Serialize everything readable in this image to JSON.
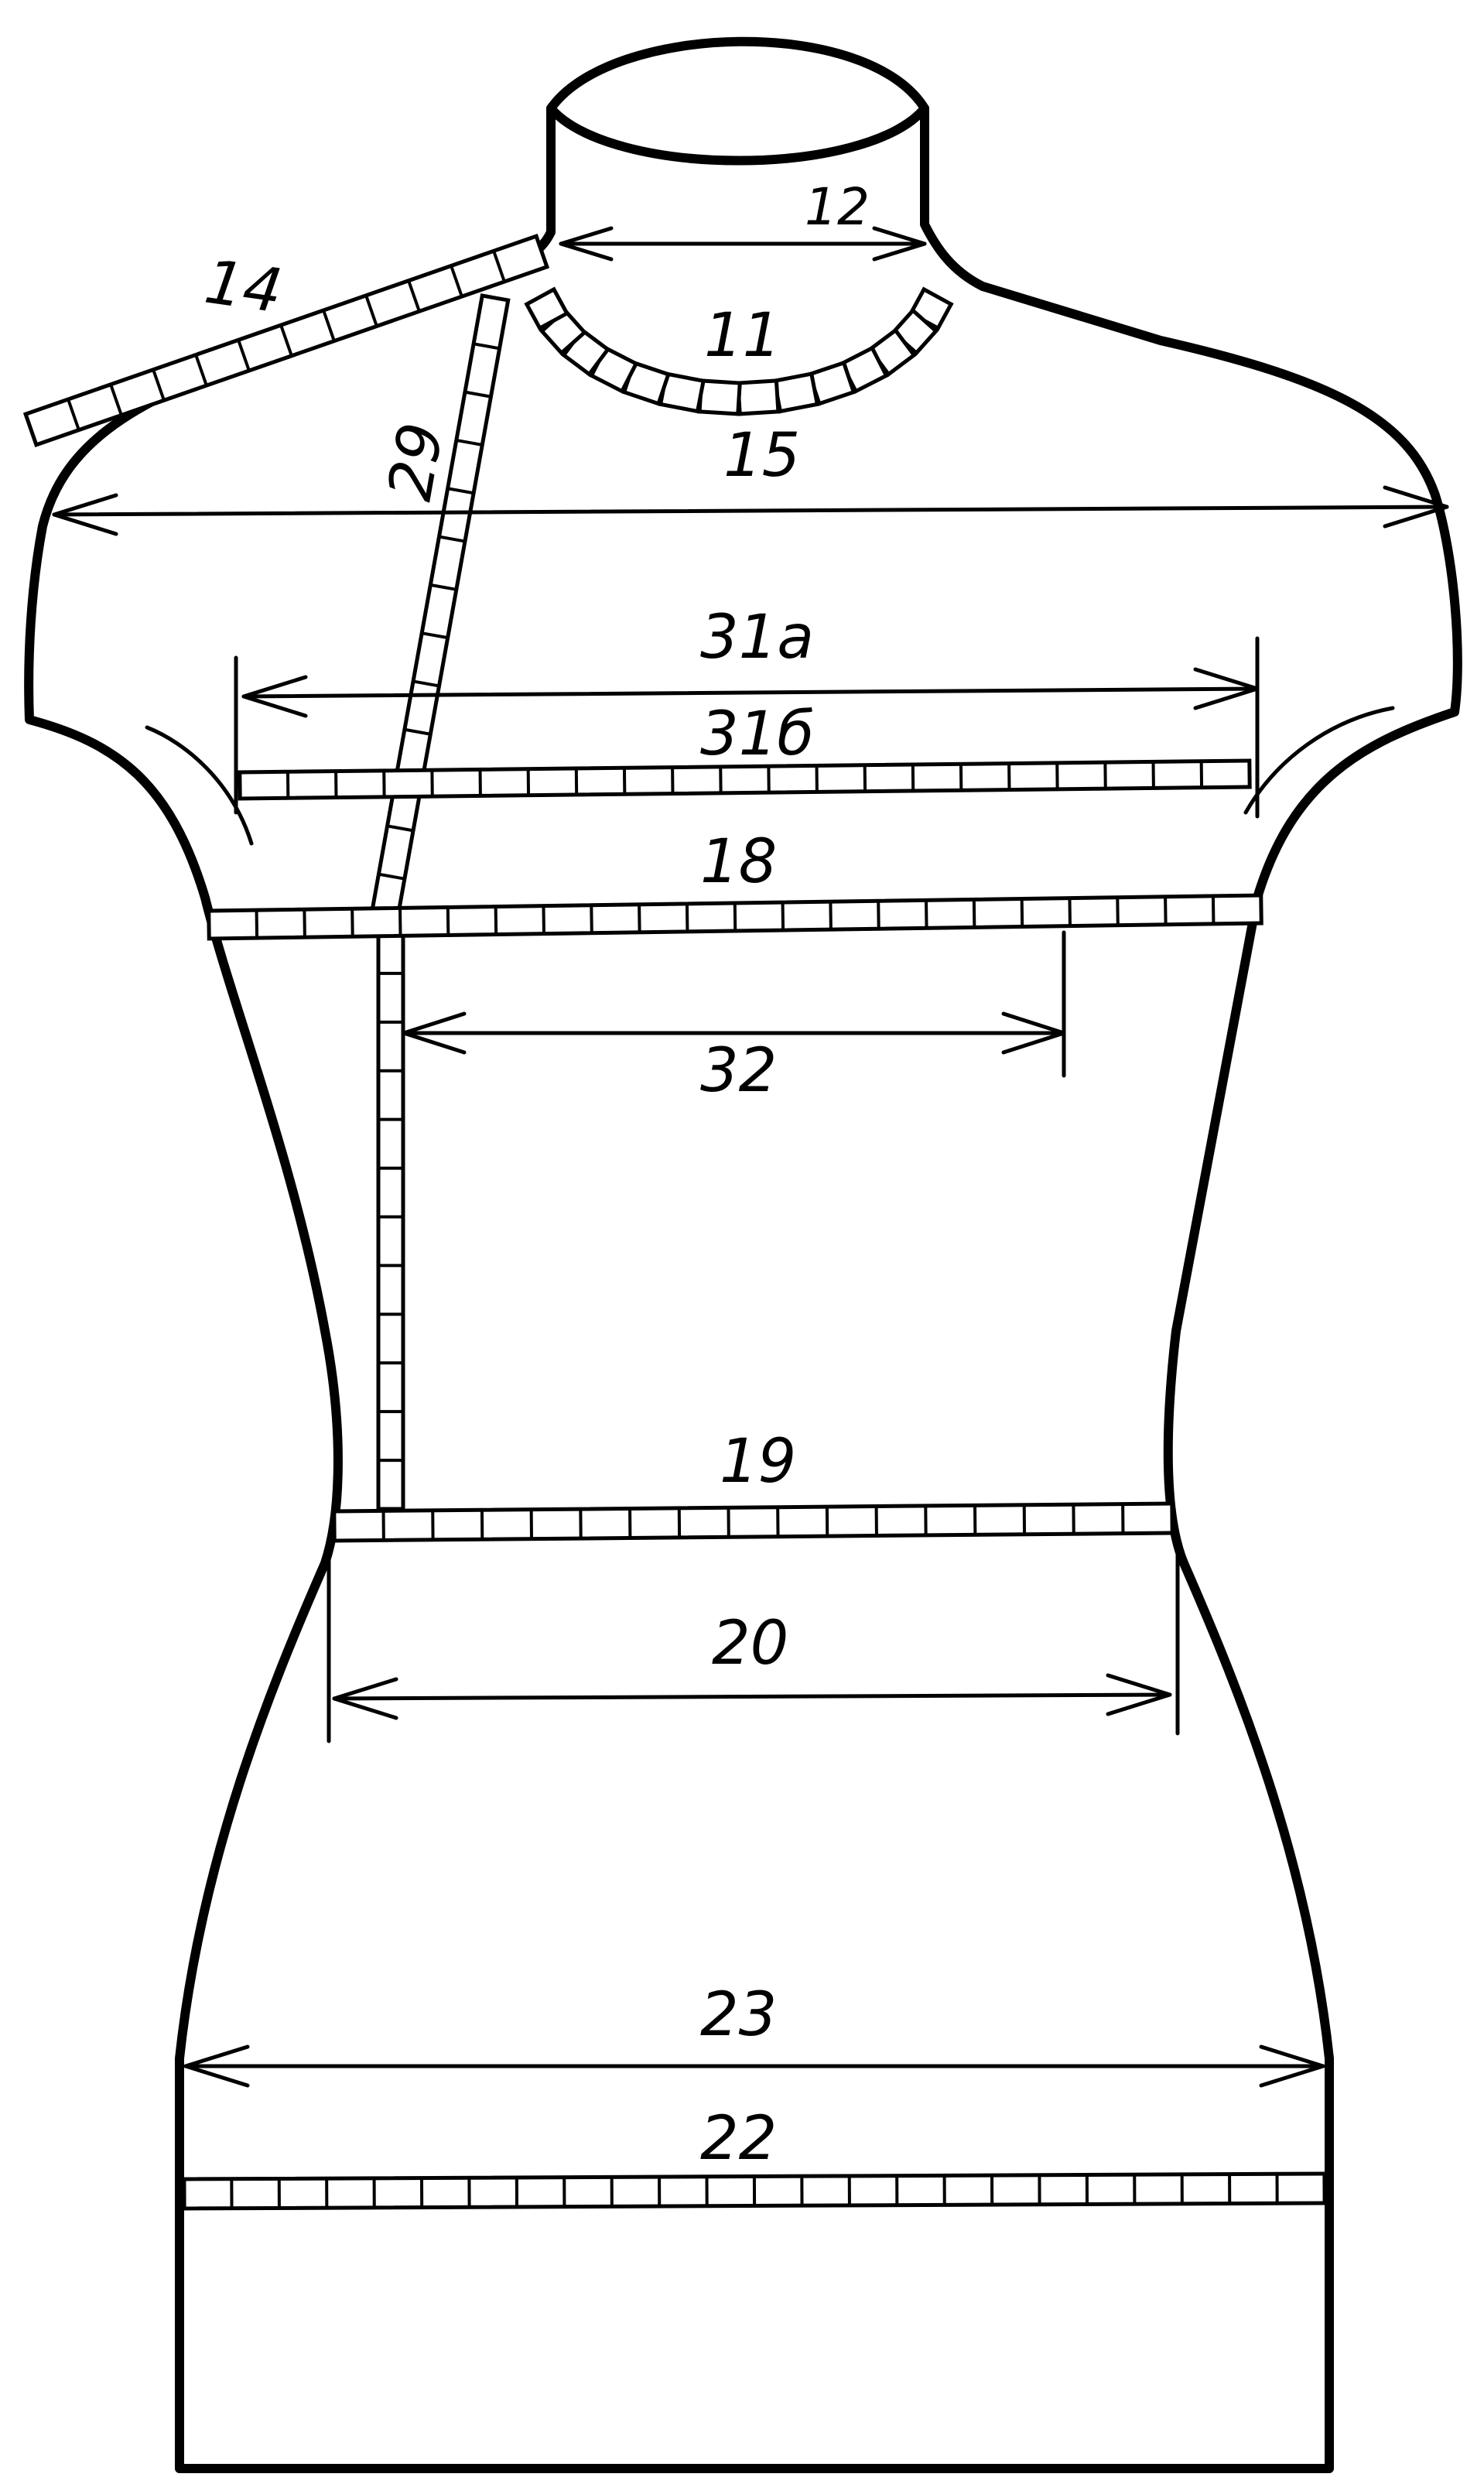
{
  "figure": {
    "labels": {
      "m12": "12",
      "m11": "11",
      "m14": "14",
      "m15": "15",
      "m29": "29",
      "m31a": "31а",
      "m31b": "31б",
      "m18": "18",
      "m32": "32",
      "m19": "19",
      "m20": "20",
      "m23": "23",
      "m22": "22"
    }
  }
}
